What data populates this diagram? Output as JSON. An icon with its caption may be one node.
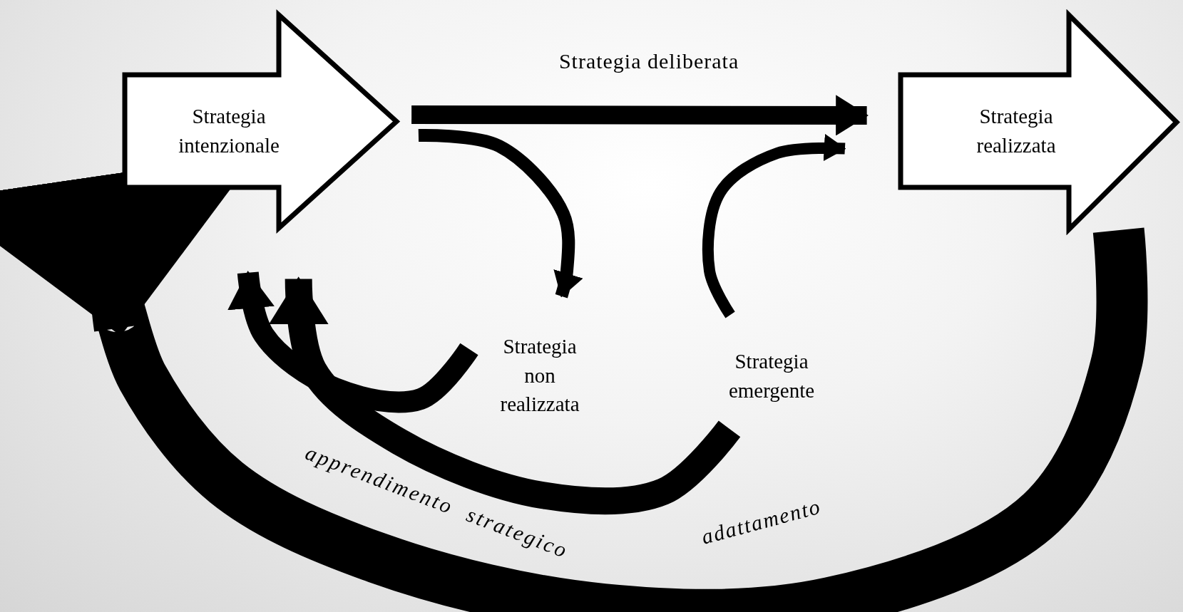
{
  "diagram": {
    "nodes": [
      {
        "text": [
          "Strategia intenzionale"
        ]
      },
      {
        "text": [
          "Strategia realizzata"
        ]
      },
      {
        "text": [
          "Strategia non realizzata"
        ]
      },
      {
        "text": [
          "Strategia emergente"
        ]
      }
    ],
    "edges": [
      {
        "from": 0,
        "to": 1,
        "arrow": "to",
        "label": "Strategia deliberata"
      },
      {
        "from": 0,
        "to": 2,
        "arrow": "to"
      },
      {
        "from": 3,
        "to": 1,
        "arrow": "to"
      },
      {
        "from": 2,
        "to": 0,
        "arrow": "to"
      },
      {
        "from": 3,
        "to": 0,
        "arrow": "to"
      },
      {
        "from": 1,
        "to": 0,
        "arrow": "to",
        "style": "thick"
      }
    ],
    "labels": [
      "apprendimento strategico",
      "adattamento"
    ]
  }
}
